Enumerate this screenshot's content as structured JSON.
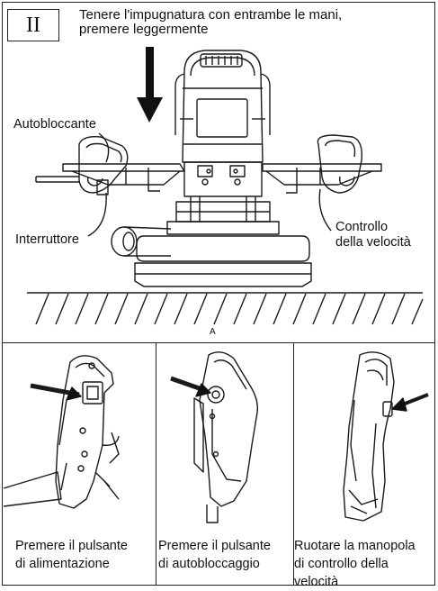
{
  "step": {
    "number": "II",
    "instruction_line1": "Tenere l'impugnatura con entrambe le mani,",
    "instruction_line2": "premere leggermente"
  },
  "main_figure": {
    "label_autolock": "Autobloccante",
    "label_switch": "Interruttore",
    "label_speed_line1": "Controllo",
    "label_speed_line2": "della velocità",
    "figure_tag": "A"
  },
  "panels": [
    {
      "caption_line1": "Premere il pulsante",
      "caption_line2": "di alimentazione",
      "caption_line3": ""
    },
    {
      "caption_line1": "Premere il pulsante",
      "caption_line2": "di autobloccaggio",
      "caption_line3": ""
    },
    {
      "caption_line1": "Ruotare la manopola",
      "caption_line2": "di controllo della",
      "caption_line3": "velocità"
    }
  ]
}
